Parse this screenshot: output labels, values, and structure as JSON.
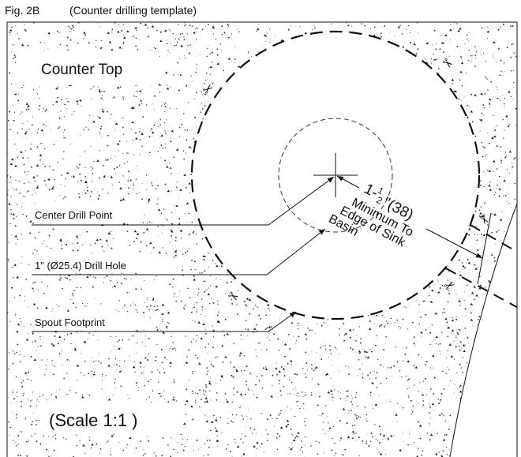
{
  "figure": {
    "number": "Fig. 2B",
    "caption": "(Counter drilling template)"
  },
  "labels": {
    "counter_top": "Counter Top",
    "center_drill_point": "Center Drill Point",
    "drill_hole": "1\" (Ø25.4) Drill Hole",
    "spout_footprint": "Spout Footprint",
    "scale": "(Scale 1:1 )"
  },
  "dimension": {
    "whole": "1-",
    "frac_num": "1",
    "frac_den": "2",
    "value": "\"(38)",
    "line1": "Minimum To",
    "line2": "Edge of Sink",
    "line3": "Basin"
  },
  "icons": [
    "scissors-icon"
  ]
}
